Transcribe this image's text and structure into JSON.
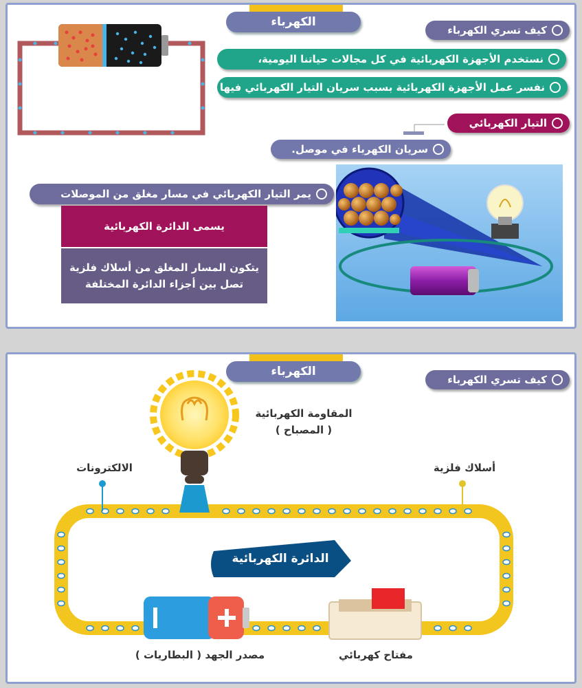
{
  "slide1": {
    "title": "الكهرباء",
    "how_label": "كيف تسري الكهرباء",
    "use_text": "نستخدم الأجهزة الكهربائية في كل مجالات حياتنا اليومية،",
    "explain_text": "نفسر عمل الأجهزة الكهربائية بسبب سريان التيار الكهربائي فيها",
    "current_label": "التيار الكهربائي",
    "flow_text": "سريان الكهرباء في موصل.",
    "circuit_text": "يمر التيار الكهربائي في مسار مغلق من الموصلات",
    "called_text": "يسمى الدائرة الكهربائية",
    "consists_line1": "يتكون المسار المغلق من أسلاك فلزية",
    "consists_line2": "تصل بين أجزاء الدائرة المختلفة"
  },
  "slide2": {
    "title": "الكهرباء",
    "how_label": "كيف تسري الكهرباء",
    "resistance_line1": "المقاومة الكهربائية",
    "resistance_line2": "( المصباح )",
    "electrons_label": "الالكترونات",
    "wires_label": "أسلاك فلزية",
    "circuit_label": "الدائرة الكهربائية",
    "source_label": "مصدر الجهد ( البطاريات )",
    "switch_label": "مفتاح كهربائي"
  },
  "colors": {
    "title_pill": "#7279ad",
    "purple_pill": "#6d6c9c",
    "green_pill": "#20a58b",
    "magenta": "#a0125a",
    "gold": "#f3c01a",
    "slide_border": "#8ea0cf"
  }
}
